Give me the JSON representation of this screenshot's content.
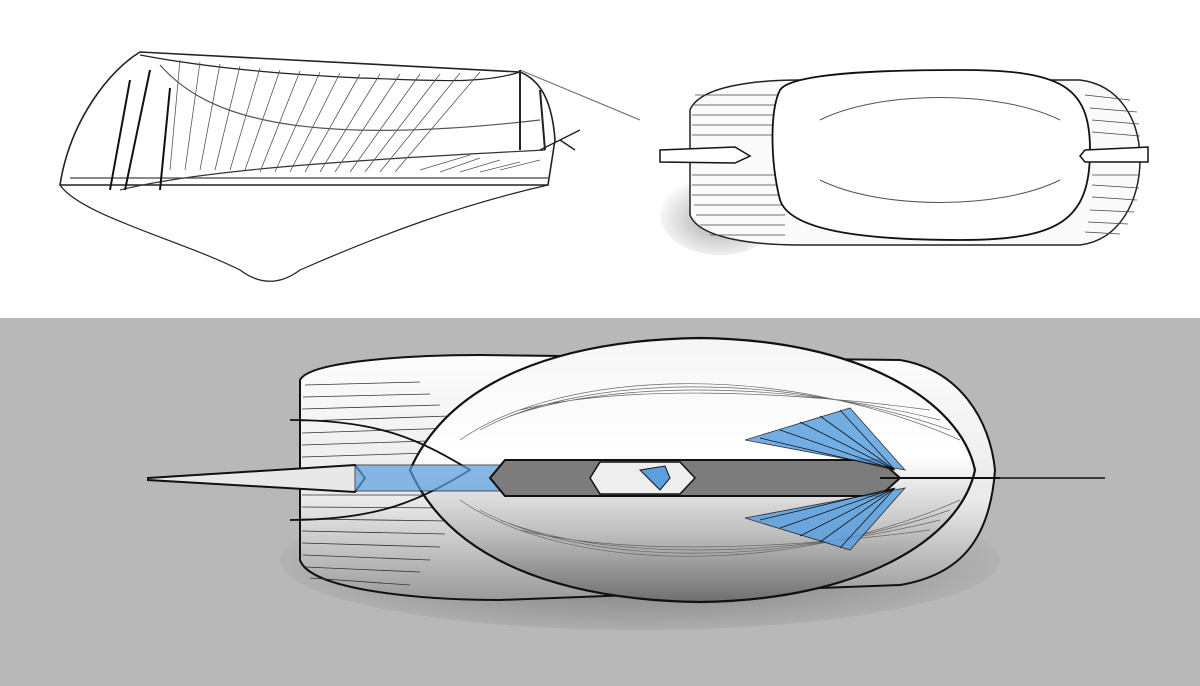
{
  "colors": {
    "top_background": "#ffffff",
    "bottom_background": "#b8b8b8",
    "line": "#1a1a1a",
    "accent_blue": "#5aa0e0",
    "hull_fill": "#f4f4f4"
  },
  "panels": [
    {
      "name": "perspective-sketch"
    },
    {
      "name": "top-view-sketch"
    },
    {
      "name": "rendered-top-view"
    }
  ]
}
